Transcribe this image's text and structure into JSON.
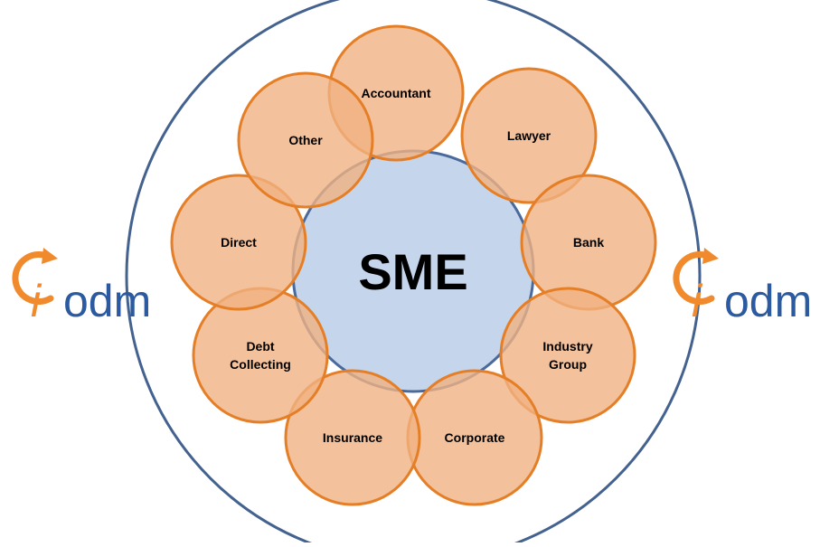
{
  "center": {
    "label": "SME"
  },
  "nodes": [
    {
      "lines": [
        "Accountant"
      ]
    },
    {
      "lines": [
        "Lawyer"
      ]
    },
    {
      "lines": [
        "Bank"
      ]
    },
    {
      "lines": [
        "Industry",
        "Group"
      ]
    },
    {
      "lines": [
        "Corporate"
      ]
    },
    {
      "lines": [
        "Insurance"
      ]
    },
    {
      "lines": [
        "Debt",
        "Collecting"
      ]
    },
    {
      "lines": [
        "Direct"
      ]
    },
    {
      "lines": [
        "Other"
      ]
    }
  ],
  "logo": {
    "mark": "i",
    "text": "odm"
  },
  "colors": {
    "outer_ring": "#44628f",
    "center_fill": "#c5d5eb",
    "center_stroke": "#4a6a9c",
    "node_fill": "#f0b282",
    "node_stroke": "#e57f27",
    "logo_blue": "#2c5aa0",
    "logo_orange": "#f08a2c"
  }
}
